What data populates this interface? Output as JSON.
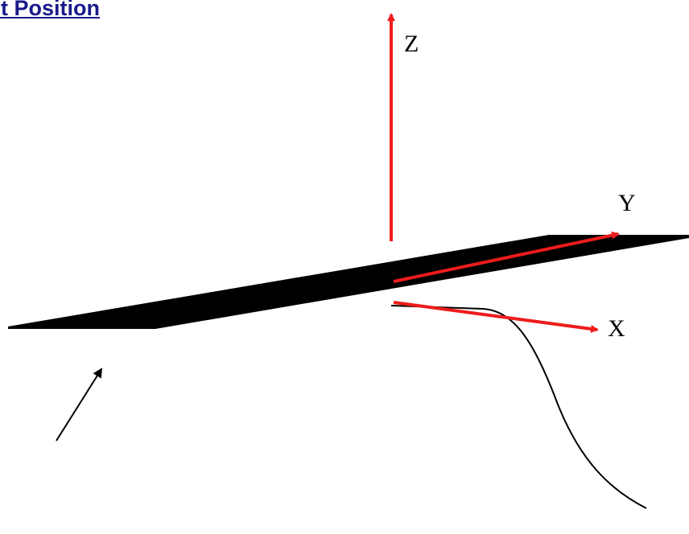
{
  "title": "st Position",
  "axes": {
    "z_label": "Z",
    "y_label": "Y",
    "x_label": "X"
  },
  "colors": {
    "title": "#1a1a8c",
    "axis_arrows": "#ee1c1c",
    "blade": "#000000",
    "curve": "#000000"
  }
}
